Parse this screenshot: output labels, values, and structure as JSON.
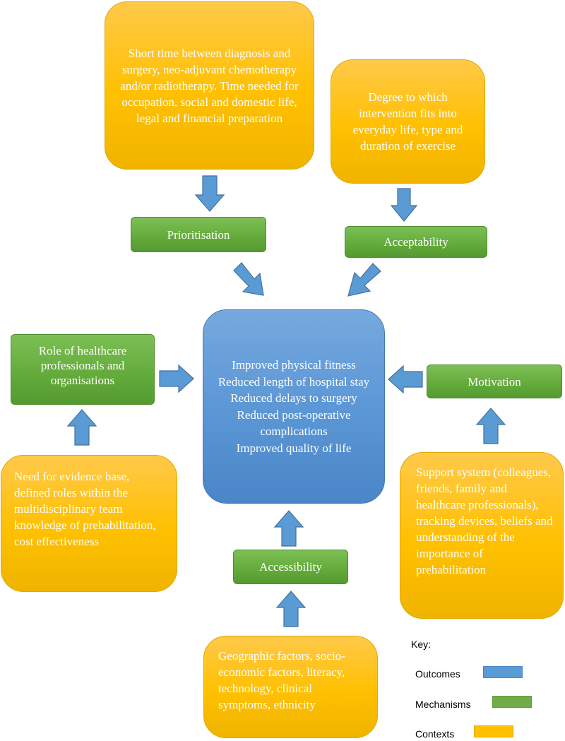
{
  "contexts": {
    "timing": "Short time between diagnosis and surgery, neo-adjuvant chemotherapy and/or radiotherapy. Time needed for occupation, social and domestic life, legal and financial preparation",
    "fit": "Degree to which intervention fits into everyday life, type and duration of exercise",
    "evidence": "Need for evidence base, defined roles within the multidisciplinary team knowledge of prehabilitation, cost effectiveness",
    "support": "Support system (colleagues, friends, family and healthcare professionals), tracking devices, beliefs and understanding of the importance of prehabilitation",
    "geographic": "Geographic factors, socio-economic factors, literacy, technology, clinical symptoms, ethnicity"
  },
  "mechanisms": {
    "prioritisation": "Prioritisation",
    "acceptability": "Acceptability",
    "role": "Role of healthcare professionals and organisations",
    "motivation": "Motivation",
    "accessibility": "Accessibility"
  },
  "outcomes": [
    "Improved physical fitness",
    "Reduced length of hospital stay",
    "Reduced delays to surgery",
    "Reduced post-operative complications",
    "Improved quality of life"
  ],
  "key": {
    "title": "Key:",
    "outcomes_label": "Outcomes",
    "mechanisms_label": "Mechanisms",
    "contexts_label": "Contexts",
    "outcomes_color": "#5b9bd5",
    "mechanisms_color": "#70ad47",
    "contexts_color": "#ffc000"
  }
}
